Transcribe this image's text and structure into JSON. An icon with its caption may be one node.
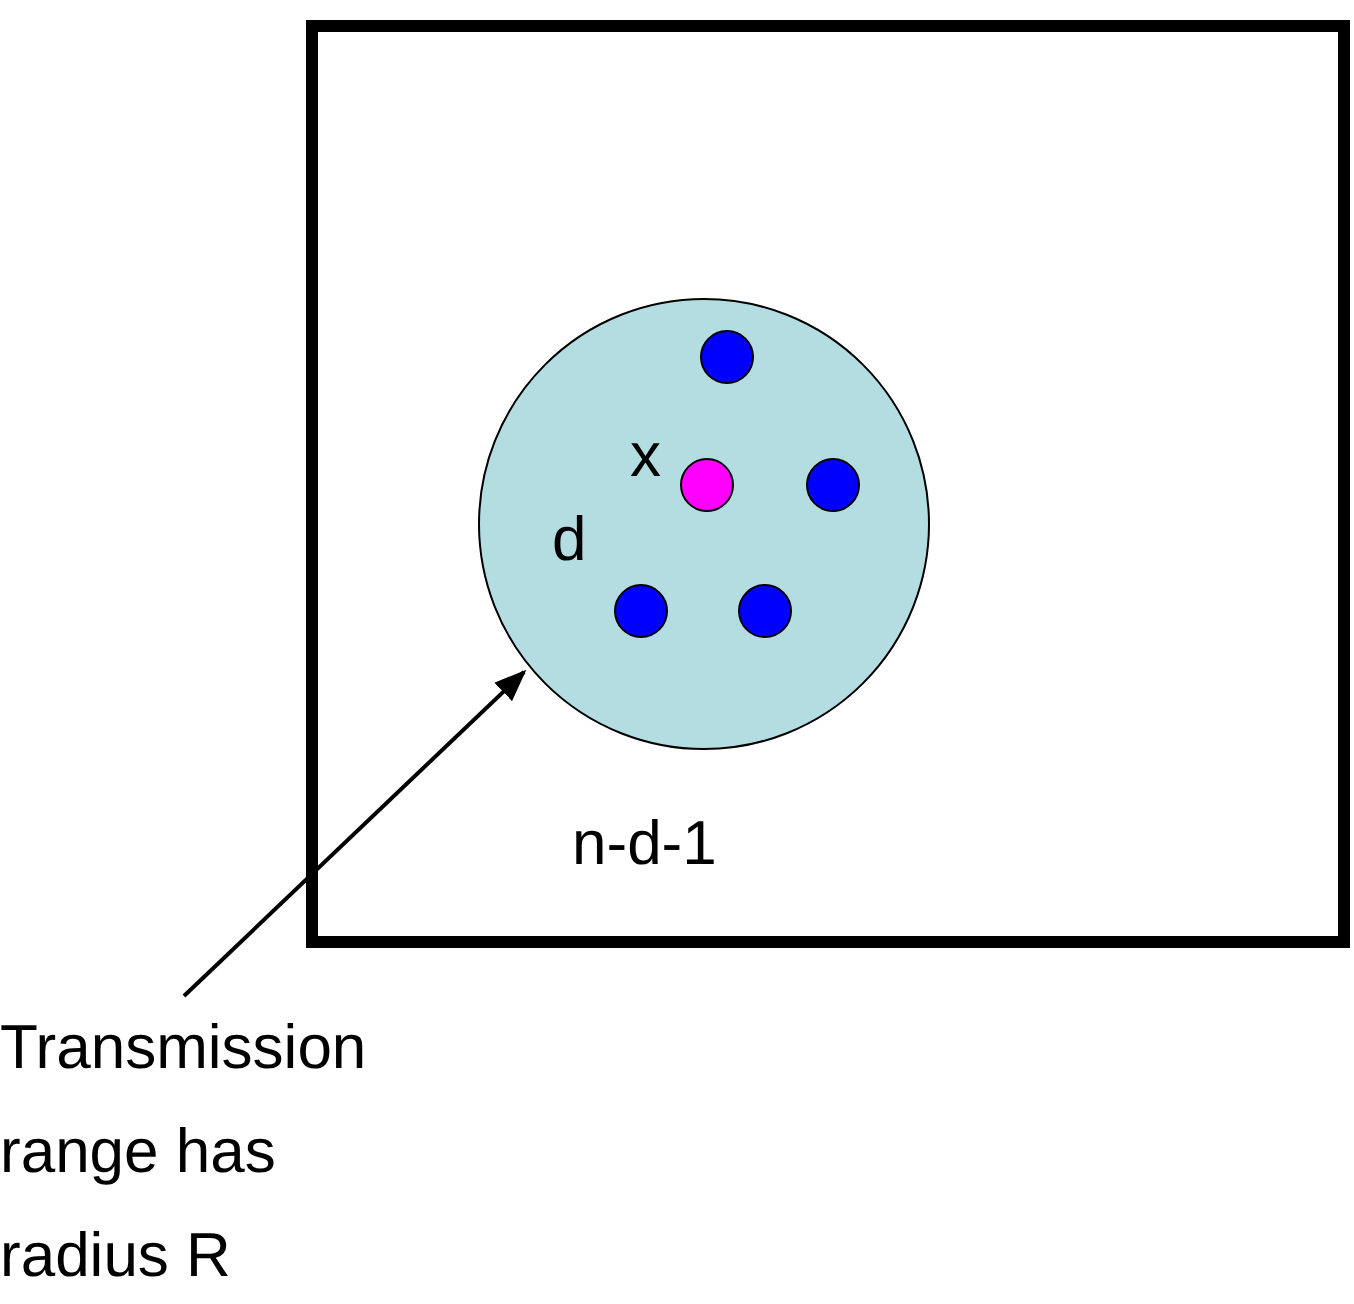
{
  "diagram": {
    "nodes": [
      {
        "text": [
          "n-d-1"
        ]
      },
      {
        "text": [
          "d"
        ],
        "in": 0
      },
      {
        "text": [],
        "shape": "circle",
        "in": 1,
        "beside": [
          "x"
        ]
      },
      {
        "text": [],
        "shape": "circle",
        "in": 1
      },
      {
        "text": [],
        "shape": "circle",
        "in": 1
      },
      {
        "text": [],
        "shape": "circle",
        "in": 1
      },
      {
        "text": [],
        "shape": "circle",
        "in": 1
      },
      {
        "text": [
          "Transmission range has radius R"
        ]
      }
    ],
    "edges": [
      {
        "from": 7,
        "to": 1,
        "arrow": "to"
      }
    ]
  }
}
